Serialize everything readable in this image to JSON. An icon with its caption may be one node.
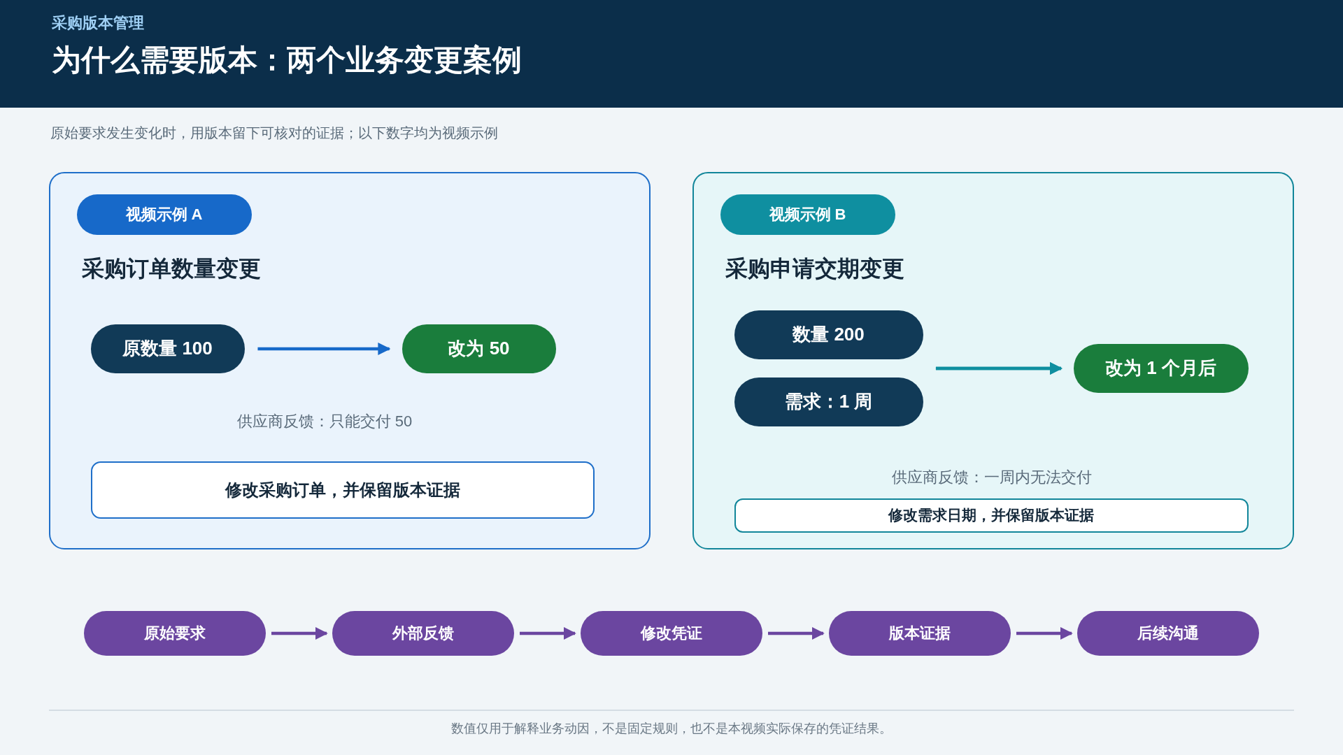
{
  "diagram": {
    "title": "为什么需要版本：两个业务变更案例",
    "nodes": [
      {
        "text": [
          "采购订单数量变更",
          "供应商反馈：只能交付 50"
        ]
      },
      {
        "text": [
          "视频示例 A"
        ],
        "in": 0
      },
      {
        "text": [
          "原数量 100"
        ],
        "in": 0
      },
      {
        "text": [
          "改为 50"
        ],
        "in": 0
      },
      {
        "text": [
          "修改采购订单，并保留版本证据"
        ],
        "in": 0
      },
      {
        "text": [
          "采购申请交期变更",
          "供应商反馈：一周内无法交付"
        ]
      },
      {
        "text": [
          "视频示例 B"
        ],
        "in": 5
      },
      {
        "text": [
          "数量 200"
        ],
        "in": 5
      },
      {
        "text": [
          "需求：1 周"
        ],
        "in": 5
      },
      {
        "text": [
          "改为 1 个月后"
        ],
        "in": 5
      },
      {
        "text": [
          "修改需求日期，并保留版本证据"
        ],
        "in": 5
      },
      {
        "text": [
          "原始要求"
        ]
      },
      {
        "text": [
          "外部反馈"
        ]
      },
      {
        "text": [
          "修改凭证"
        ]
      },
      {
        "text": [
          "版本证据"
        ]
      },
      {
        "text": [
          "后续沟通"
        ]
      }
    ],
    "edges": [
      {
        "from": 2,
        "to": 3,
        "arrow": "to",
        "color": "#1769c9"
      },
      {
        "from": 7,
        "to": 9,
        "arrow": "to",
        "color": "#0f8fa0"
      },
      {
        "from": 8,
        "to": 9,
        "arrow": "to",
        "color": "#0f8fa0"
      },
      {
        "from": 11,
        "to": 12,
        "arrow": "to"
      },
      {
        "from": 12,
        "to": 13,
        "arrow": "to"
      },
      {
        "from": 13,
        "to": 14,
        "arrow": "to"
      },
      {
        "from": 14,
        "to": 15,
        "arrow": "to"
      }
    ],
    "labels": [
      "采购版本管理",
      "原始要求发生变化时，用版本留下可核对的证据；以下数字均为视频示例",
      "数值仅用于解释业务动因，不是固定规则，也不是本视频实际保存的凭证结果。"
    ]
  }
}
